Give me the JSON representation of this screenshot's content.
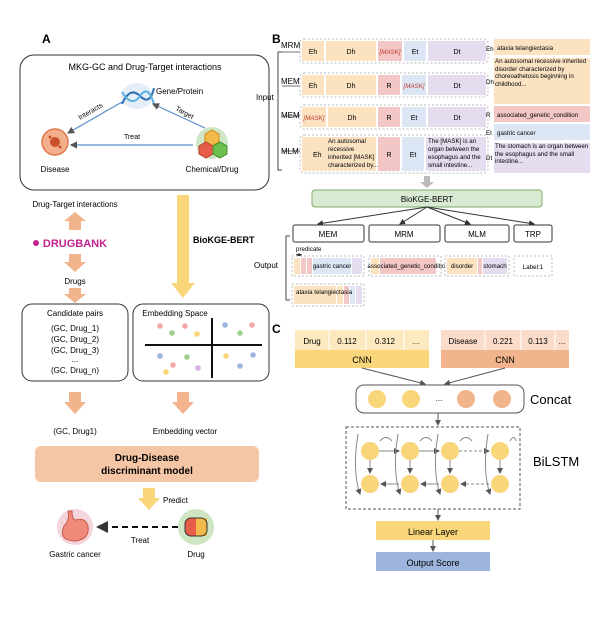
{
  "panel_a": {
    "letter": "A",
    "box_title": "MKG-GC and Drug-Target interactions",
    "nodes": {
      "gene": "Gene/Protein",
      "disease": "Disease",
      "drug": "Chemical/Drug"
    },
    "edges": {
      "interacts": "Interacts",
      "target": "Target",
      "treat": "Treat"
    },
    "dti_label": "Drug-Target interactions",
    "drugbank": "DRUGBANK",
    "drugs_label": "Drugs",
    "biokge_label": "BioKGE-BERT",
    "candidate": {
      "title": "Candidate pairs",
      "items": [
        "(GC, Drug_1)",
        "(GC, Drug_2)",
        "(GC, Drug_3)",
        "...",
        "(GC, Drug_n)"
      ]
    },
    "embedding_space": "Embedding Space",
    "gc_drug1": "(GC, Drug1)",
    "embedding_vector": "Embedding vector",
    "model_line1": "Drug-Disease",
    "model_line2": "discriminant model",
    "predict": "Predict",
    "treat": "Treat",
    "gastric_cancer": "Gastric cancer",
    "drug": "Drug"
  },
  "panel_b": {
    "letter": "B",
    "input": "Input",
    "output": "Output",
    "rows": [
      {
        "label": "MRM",
        "tokens": [
          "Eh",
          "Dh",
          "[MASK]",
          "Et",
          "Dt"
        ],
        "side_tag": "Eh",
        "side_text": "ataxia telangiectasia"
      },
      {
        "label": "MEMt",
        "tokens": [
          "Eh",
          "Dh",
          "R",
          "[MASK]",
          "Dt"
        ],
        "side_tag": "Dh",
        "side_text": "An autosomal recessive inherited disorder characterized by choreoathetosis beginning in childhood..."
      },
      {
        "label": "MEMh",
        "tokens": [
          "[MASK]",
          "Dh",
          "R",
          "Et",
          "Dt"
        ],
        "side_tag": "R",
        "side_text": "associated_genetic_condition"
      },
      {
        "label": "MLM",
        "tokens": [
          "Eh",
          "R",
          "Et"
        ],
        "side_tag": "Et",
        "side_text": "gastric cancer"
      }
    ],
    "mlm_text_left": [
      "An autosomal",
      "recessive",
      "inherited [MASK]",
      "characterized by..."
    ],
    "mlm_text_right": [
      "The [MASK] is an",
      "organ between the",
      "esophagus and the",
      "small intestine..."
    ],
    "dt_tag": "Dt",
    "dt_text": "The stomach is an organ between the esophagus and the small intestine...",
    "biokge": "BioKGE-BERT",
    "heads": [
      "MEM",
      "MRM",
      "MLM",
      "TRP"
    ],
    "predicate": "predicate",
    "outputs": {
      "mem": "gastric cancer",
      "mrm": "associated_genetic_condition",
      "mlm1": "disorder",
      "mlm2": "stomach",
      "trp": "Label:1",
      "ataxia": "ataxia telangiectasia"
    }
  },
  "panel_c": {
    "letter": "C",
    "drug_vec": [
      "Drug",
      "0.112",
      "0.312",
      "..."
    ],
    "disease_vec": [
      "Disease",
      "0.221",
      "0.113",
      "..."
    ],
    "cnn": "CNN",
    "concat_dots": "...",
    "concat": "Concat",
    "bilstm": "BiLSTM",
    "linear": "Linear Layer",
    "output": "Output Score"
  },
  "colors": {
    "yellow": "#f9d67a",
    "orange": "#f2b48c",
    "green": "#d9ead3",
    "blue_out": "#9db4dc",
    "peach_model": "#f5c6a5"
  }
}
